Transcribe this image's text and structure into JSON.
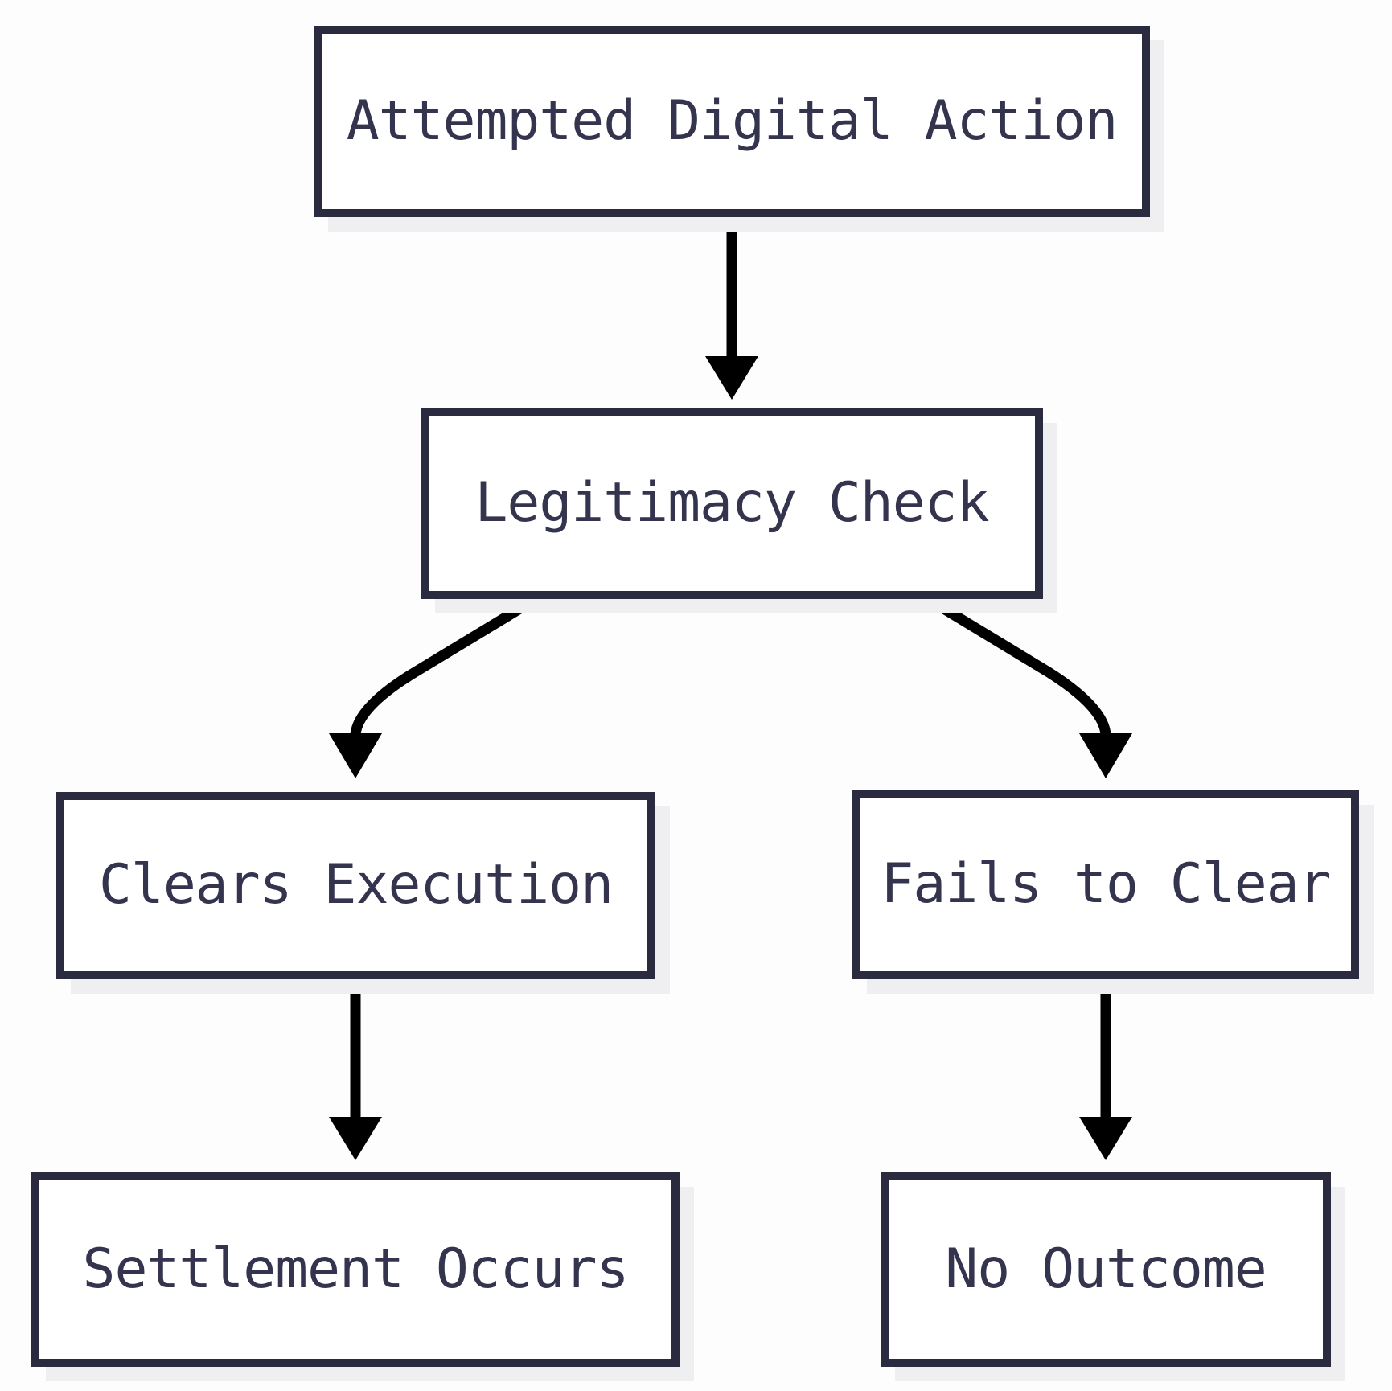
{
  "diagram": {
    "type": "flowchart",
    "background_color": "#fdfdfe",
    "node_fill_color": "#ffffff",
    "node_border_color": "#2b2b40",
    "node_shadow_color": "#efeff1",
    "text_color": "#34344e",
    "arrow_color": "#000000",
    "nodes": [
      {
        "id": "attempted-digital-action",
        "label": "Attempted Digital Action"
      },
      {
        "id": "legitimacy-check",
        "label": "Legitimacy Check"
      },
      {
        "id": "clears-execution",
        "label": "Clears Execution"
      },
      {
        "id": "fails-to-clear",
        "label": "Fails to Clear"
      },
      {
        "id": "settlement-occurs",
        "label": "Settlement Occurs"
      },
      {
        "id": "no-outcome",
        "label": "No Outcome"
      }
    ],
    "edges": [
      {
        "from": "attempted-digital-action",
        "to": "legitimacy-check"
      },
      {
        "from": "legitimacy-check",
        "to": "clears-execution"
      },
      {
        "from": "legitimacy-check",
        "to": "fails-to-clear"
      },
      {
        "from": "clears-execution",
        "to": "settlement-occurs"
      },
      {
        "from": "fails-to-clear",
        "to": "no-outcome"
      }
    ]
  }
}
